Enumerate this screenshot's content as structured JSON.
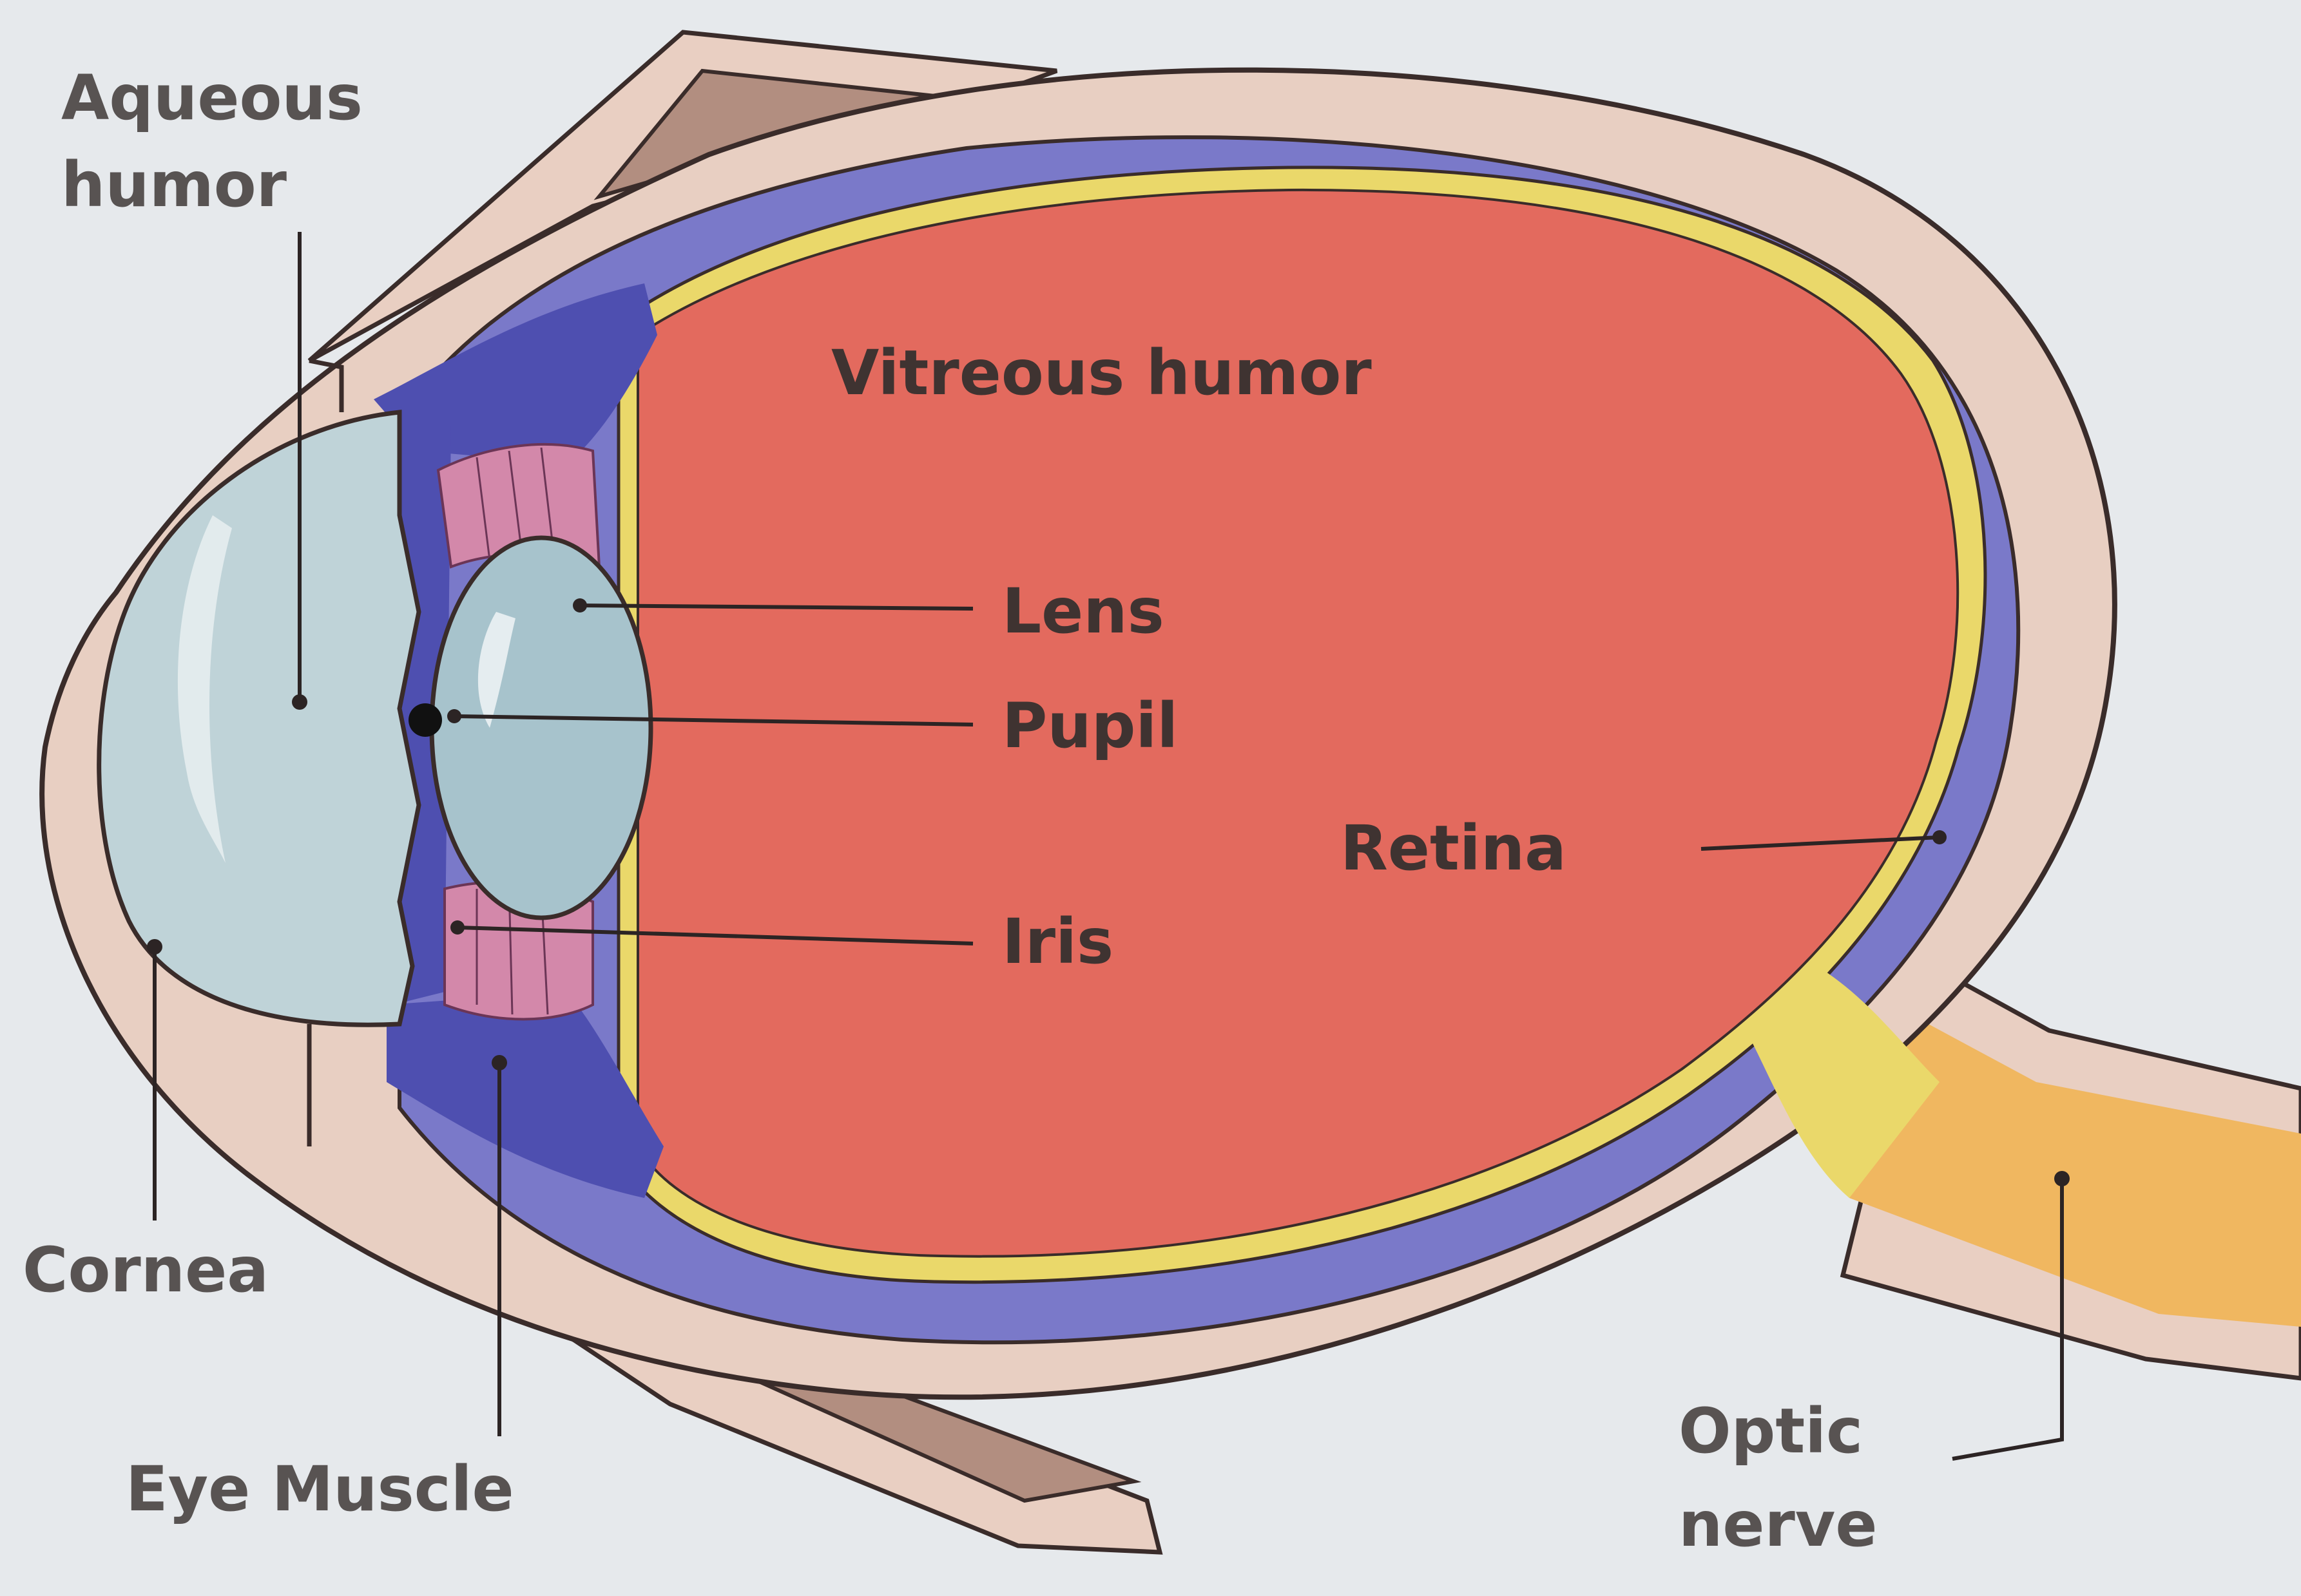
{
  "diagram": {
    "labels": {
      "aqueous_humor": [
        "Aqueous",
        "humor"
      ],
      "vitreous_humor": "Vitreous humor",
      "lens": "Lens",
      "pupil": "Pupil",
      "retina": "Retina",
      "iris": "Iris",
      "cornea": "Cornea",
      "eye_muscle": "Eye Muscle",
      "optic_nerve": [
        "Optic",
        "nerve"
      ]
    }
  }
}
